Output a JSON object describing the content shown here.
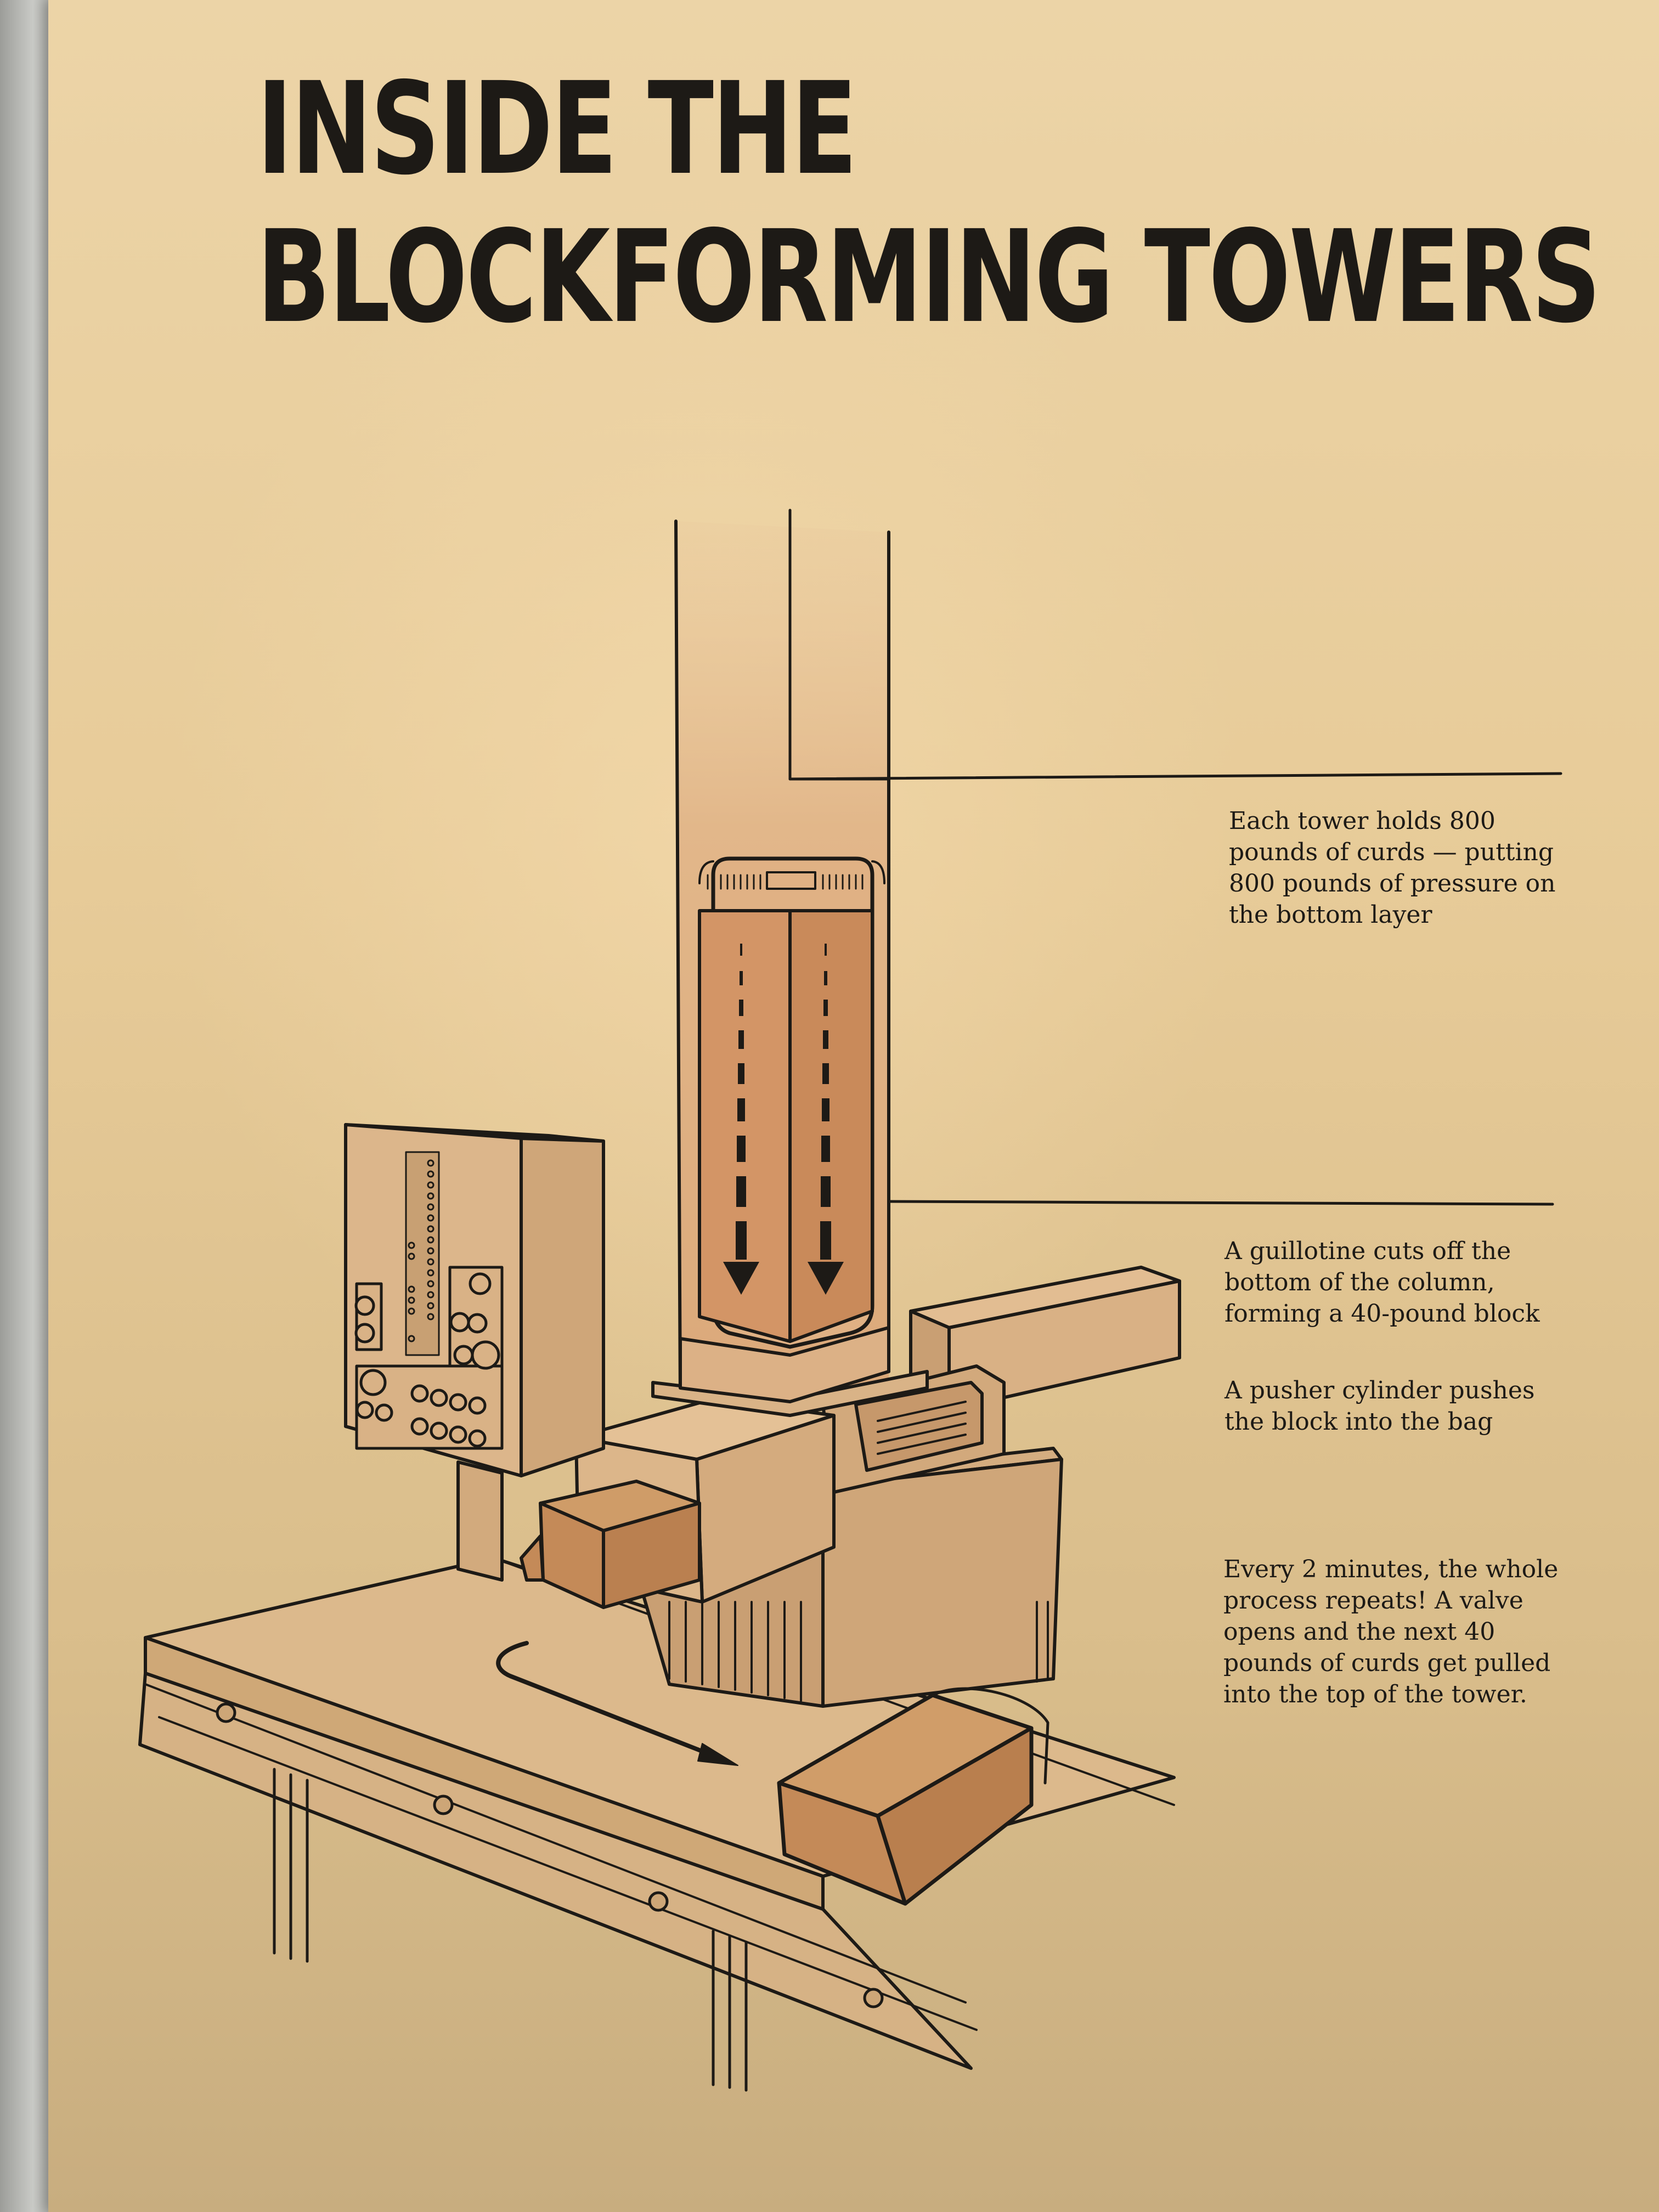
{
  "sign": {
    "title_line_1": "INSIDE THE",
    "title_line_2": "BLOCKFORMING TOWERS"
  },
  "callouts": [
    {
      "id": "tower-capacity",
      "text": "Each tower holds 800\npounds of curds — putting\n800 pounds of pressure on\nthe bottom layer"
    },
    {
      "id": "guillotine",
      "text": "A guillotine cuts off the\nbottom of the column,\nforming a 40-pound block"
    },
    {
      "id": "pusher",
      "text": "A pusher cylinder pushes\nthe block into the bag"
    },
    {
      "id": "cycle",
      "text": "Every 2 minutes, the whole\nprocess repeats! A valve\nopens and the next 40\npounds of curds get pulled\ninto the top of the tower."
    }
  ],
  "colors": {
    "panel": "#e9cf9f",
    "ink": "#1d1a16",
    "tower_fill": "#e0b184",
    "tower_inner": "#cf9060",
    "machine_fill": "#d8b388",
    "block_fill": "#c48a58"
  }
}
